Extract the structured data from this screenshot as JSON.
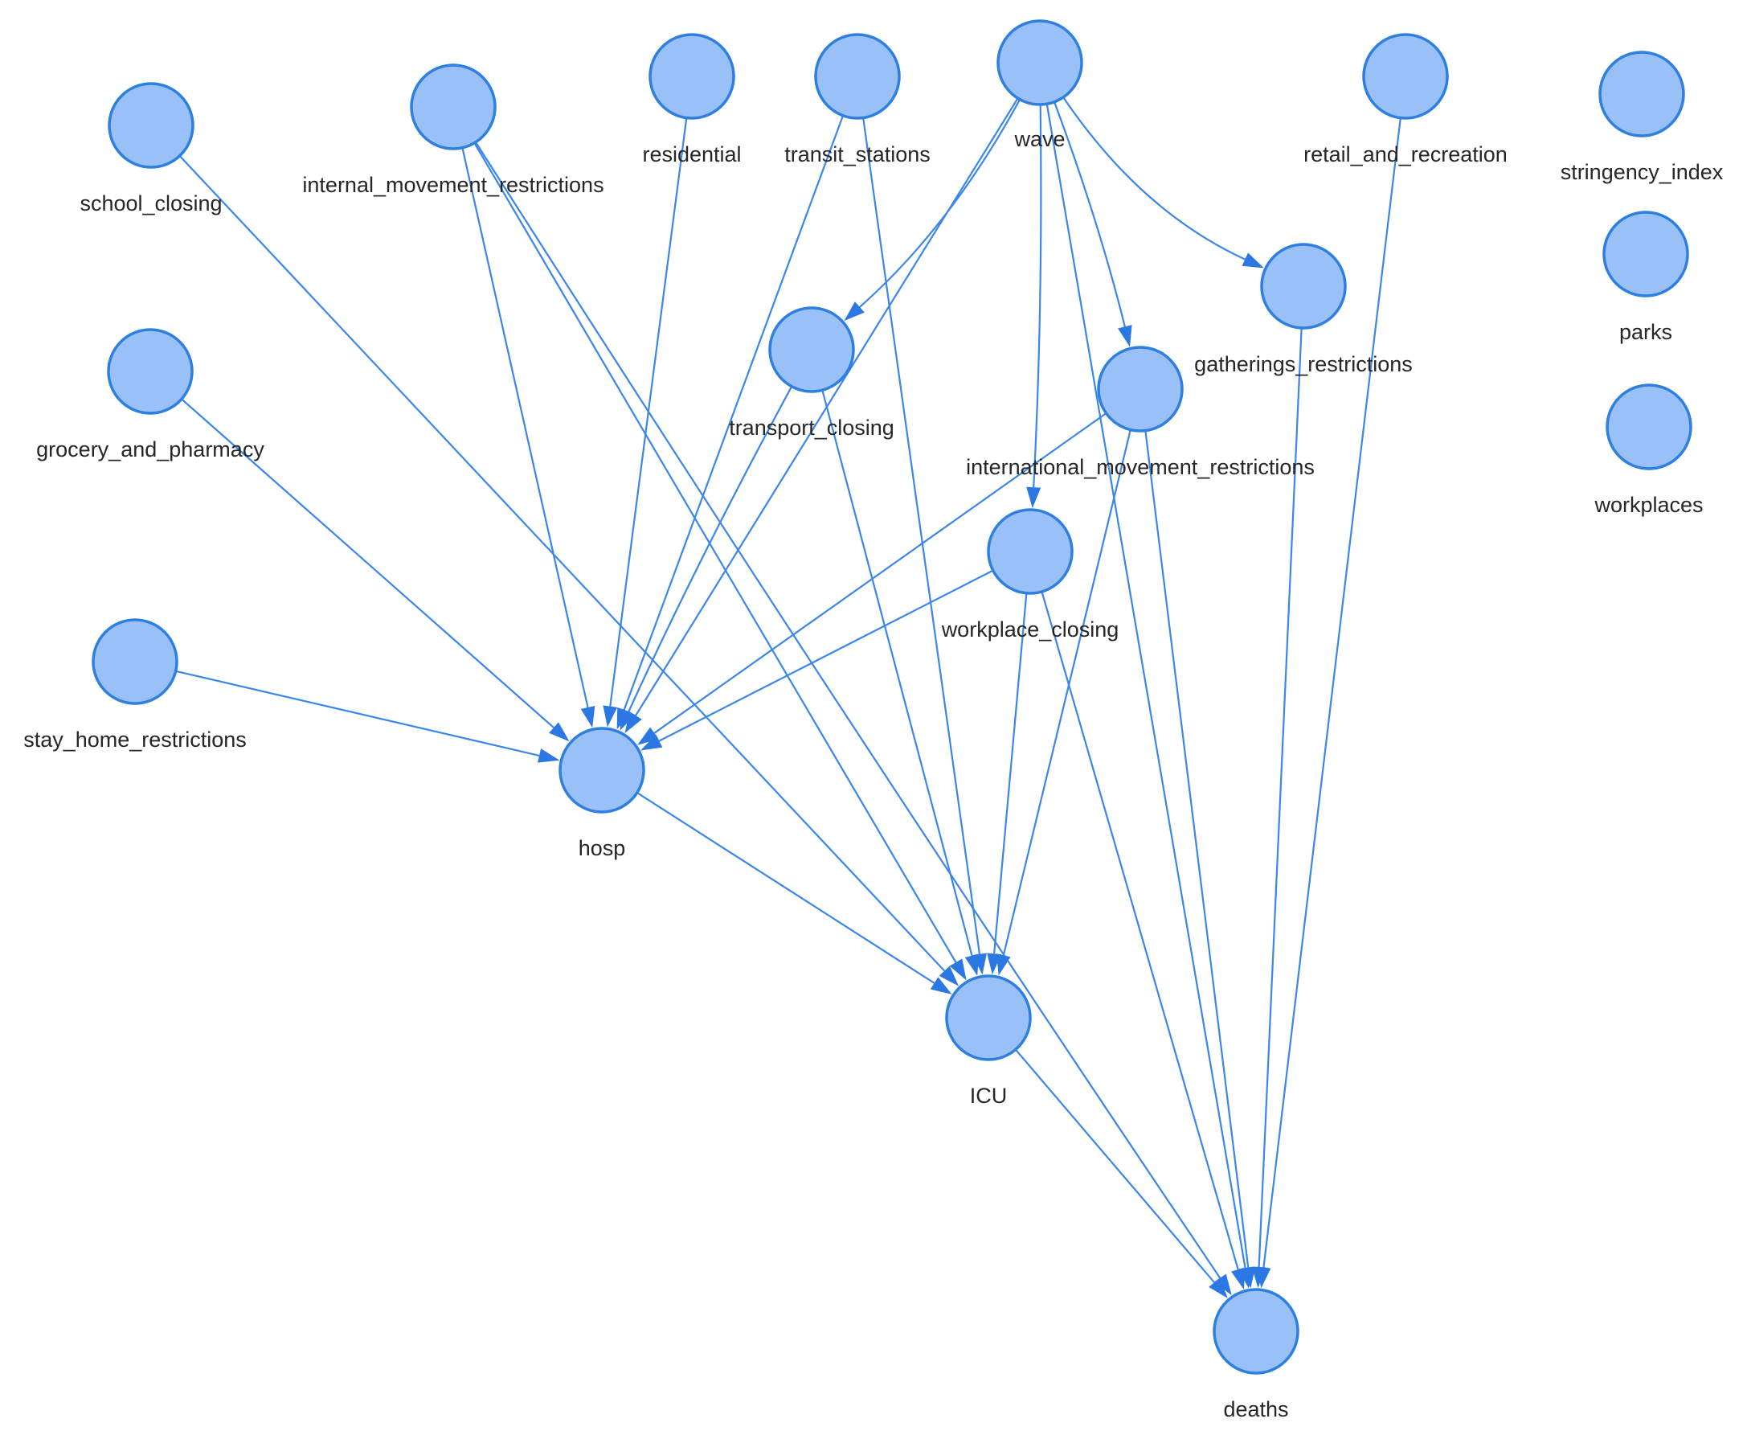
{
  "graph": {
    "nodes": [
      {
        "id": "school_closing",
        "label": "school_closing"
      },
      {
        "id": "internal_movement_restrictions",
        "label": "internal_movement_restrictions"
      },
      {
        "id": "residential",
        "label": "residential"
      },
      {
        "id": "transit_stations",
        "label": "transit_stations"
      },
      {
        "id": "wave",
        "label": "wave"
      },
      {
        "id": "retail_and_recreation",
        "label": "retail_and_recreation"
      },
      {
        "id": "stringency_index",
        "label": "stringency_index"
      },
      {
        "id": "parks",
        "label": "parks"
      },
      {
        "id": "workplaces",
        "label": "workplaces"
      },
      {
        "id": "grocery_and_pharmacy",
        "label": "grocery_and_pharmacy"
      },
      {
        "id": "transport_closing",
        "label": "transport_closing"
      },
      {
        "id": "gatherings_restrictions",
        "label": "gatherings_restrictions"
      },
      {
        "id": "international_movement_restrictions",
        "label": "international_movement_restrictions"
      },
      {
        "id": "workplace_closing",
        "label": "workplace_closing"
      },
      {
        "id": "stay_home_restrictions",
        "label": "stay_home_restrictions"
      },
      {
        "id": "hosp",
        "label": "hosp"
      },
      {
        "id": "ICU",
        "label": "ICU"
      },
      {
        "id": "deaths",
        "label": "deaths"
      }
    ],
    "edges": [
      [
        "school_closing",
        "ICU"
      ],
      [
        "grocery_and_pharmacy",
        "hosp"
      ],
      [
        "stay_home_restrictions",
        "hosp"
      ],
      [
        "internal_movement_restrictions",
        "hosp"
      ],
      [
        "internal_movement_restrictions",
        "ICU"
      ],
      [
        "internal_movement_restrictions",
        "deaths"
      ],
      [
        "residential",
        "hosp"
      ],
      [
        "transit_stations",
        "hosp"
      ],
      [
        "transit_stations",
        "ICU"
      ],
      [
        "wave",
        "transport_closing"
      ],
      [
        "wave",
        "hosp"
      ],
      [
        "wave",
        "workplace_closing"
      ],
      [
        "wave",
        "international_movement_restrictions"
      ],
      [
        "wave",
        "gatherings_restrictions"
      ],
      [
        "wave",
        "deaths"
      ],
      [
        "transport_closing",
        "hosp"
      ],
      [
        "transport_closing",
        "ICU"
      ],
      [
        "international_movement_restrictions",
        "hosp"
      ],
      [
        "international_movement_restrictions",
        "ICU"
      ],
      [
        "international_movement_restrictions",
        "deaths"
      ],
      [
        "workplace_closing",
        "hosp"
      ],
      [
        "workplace_closing",
        "ICU"
      ],
      [
        "workplace_closing",
        "deaths"
      ],
      [
        "gatherings_restrictions",
        "deaths"
      ],
      [
        "retail_and_recreation",
        "deaths"
      ],
      [
        "hosp",
        "ICU"
      ],
      [
        "ICU",
        "deaths"
      ]
    ]
  }
}
